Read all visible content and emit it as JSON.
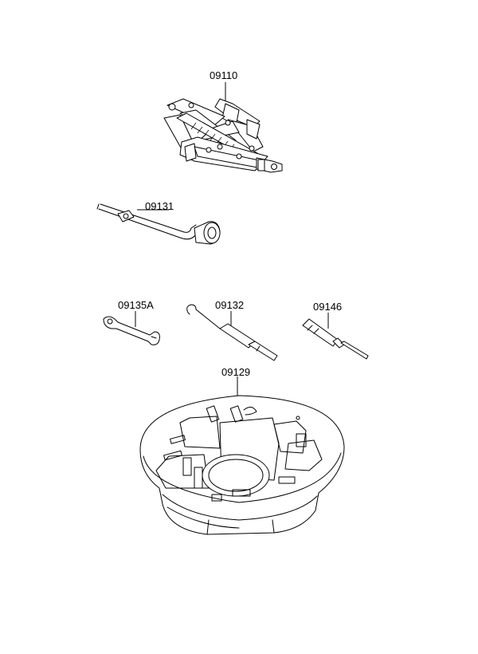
{
  "parts": {
    "jack": {
      "number": "09110",
      "icon": "scissor-jack-icon"
    },
    "jack_handle": {
      "number": "09131",
      "icon": "jack-handle-icon"
    },
    "wrench": {
      "number": "09135A",
      "icon": "wrench-icon"
    },
    "hook_tool": {
      "number": "09132",
      "icon": "hook-tool-icon"
    },
    "screwdriver": {
      "number": "09146",
      "icon": "screwdriver-icon"
    },
    "tool_tray": {
      "number": "09129",
      "icon": "tool-tray-icon"
    }
  }
}
